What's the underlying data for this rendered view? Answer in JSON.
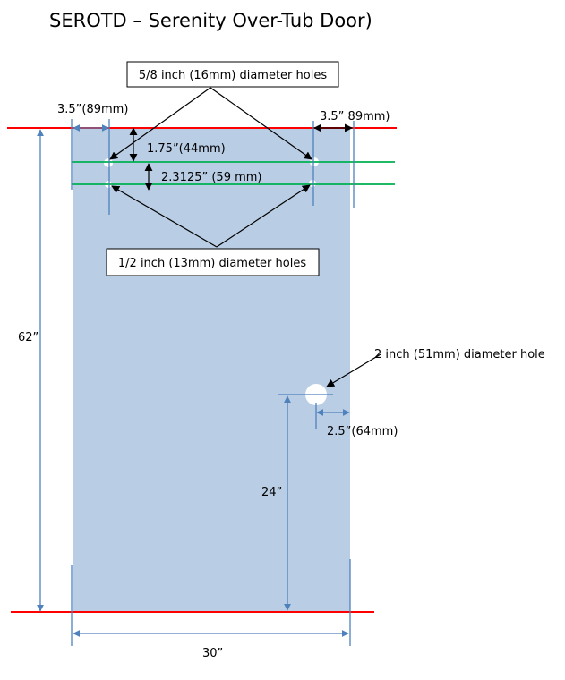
{
  "title": "SEROTD – Serenity Over-Tub Door)",
  "callouts": {
    "large_holes": "5/8 inch (16mm) diameter holes",
    "small_holes": "1/2 inch (13mm) diameter holes",
    "big_hole": "2 inch (51mm) diameter hole"
  },
  "dimensions": {
    "left_edge_offset": "3.5”(89mm)",
    "right_edge_offset": "3.5” 89mm)",
    "top_to_first_holes": "1.75”(44mm)",
    "hole_row_spacing": "2.3125” (59 mm)",
    "height": "62”",
    "big_hole_height": "24”",
    "big_hole_edge_offset": "2.5”(64mm)",
    "width": "30”"
  },
  "colors": {
    "panel": "#b9cde5",
    "dimension": "#4f81bd",
    "edge_line": "#ff0000",
    "hole_line": "#00b050",
    "leader": "#000000",
    "hole": "#ffffff"
  }
}
